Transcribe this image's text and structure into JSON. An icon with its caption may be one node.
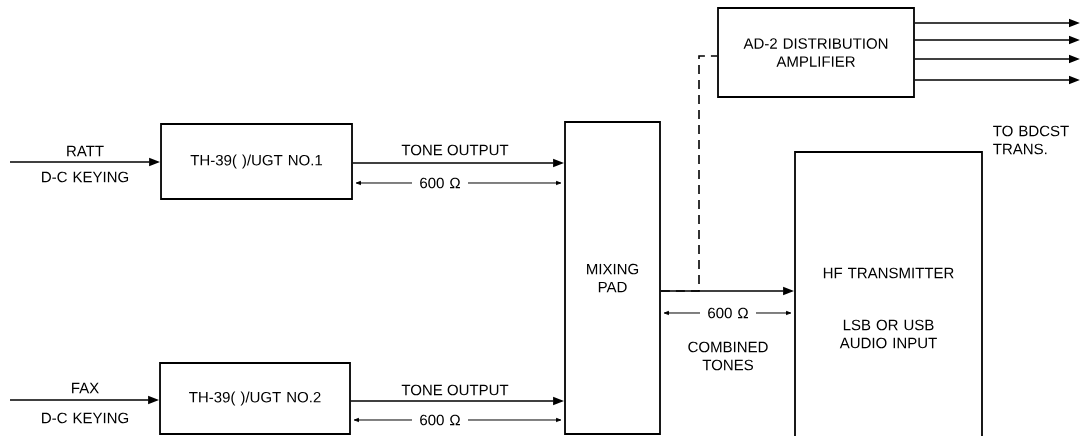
{
  "diagram": {
    "nodes": [
      {
        "text": [
          "TH-39( )/UGT NO.1"
        ]
      },
      {
        "text": [
          "TH-39( )/UGT NO.2"
        ]
      },
      {
        "text": [
          "MIXING PAD"
        ]
      },
      {
        "text": [
          "AD-2 DISTRIBUTION AMPLIFIER"
        ]
      },
      {
        "text": [
          "HF TRANSMITTER",
          "LSB OR USB AUDIO INPUT"
        ]
      }
    ],
    "edges": [
      {
        "from": null,
        "to": 0,
        "arrow": "to",
        "label": "RATT"
      },
      {
        "from": 0,
        "to": 2,
        "arrow": "to",
        "label": "TONE OUTPUT"
      },
      {
        "from": null,
        "to": 1,
        "arrow": "to",
        "label": "FAX"
      },
      {
        "from": 1,
        "to": 2,
        "arrow": "to",
        "label": "TONE OUTPUT"
      },
      {
        "from": 2,
        "to": 4,
        "arrow": "to"
      },
      {
        "from": 2,
        "to": 3,
        "arrow": "none",
        "style": "dashed"
      },
      {
        "from": 3,
        "to": null,
        "arrow": "to"
      },
      {
        "from": 3,
        "to": null,
        "arrow": "to"
      },
      {
        "from": 3,
        "to": null,
        "arrow": "to"
      },
      {
        "from": 3,
        "to": null,
        "arrow": "to"
      }
    ],
    "labels": [
      "D-C KEYING",
      "600 Ω",
      "D-C KEYING",
      "600 Ω",
      "600 Ω",
      "COMBINED TONES",
      "TO BDCST TRANS."
    ]
  }
}
